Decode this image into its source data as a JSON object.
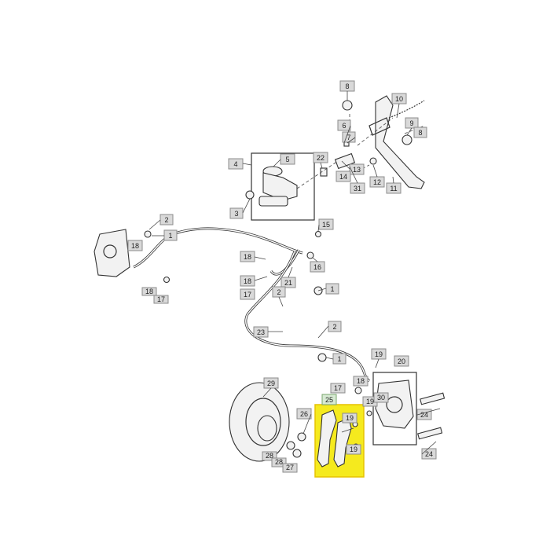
{
  "callouts": [
    "8",
    "10",
    "6",
    "7",
    "9",
    "8",
    "22",
    "13",
    "14",
    "31",
    "12",
    "11",
    "4",
    "5",
    "3",
    "2",
    "1",
    "15",
    "18",
    "18",
    "16",
    "18",
    "21",
    "1",
    "17",
    "2",
    "18",
    "17",
    "23",
    "2",
    "1",
    "19",
    "20",
    "17",
    "29",
    "25",
    "18",
    "19",
    "30",
    "26",
    "19",
    "24",
    "19",
    "28",
    "28",
    "27",
    "24"
  ],
  "colors": {
    "highlight": "#f5ea1e",
    "highlight_border": "#e6c200",
    "callout_fill": "#d9d9d9",
    "callout_green": "#d7ead3"
  }
}
